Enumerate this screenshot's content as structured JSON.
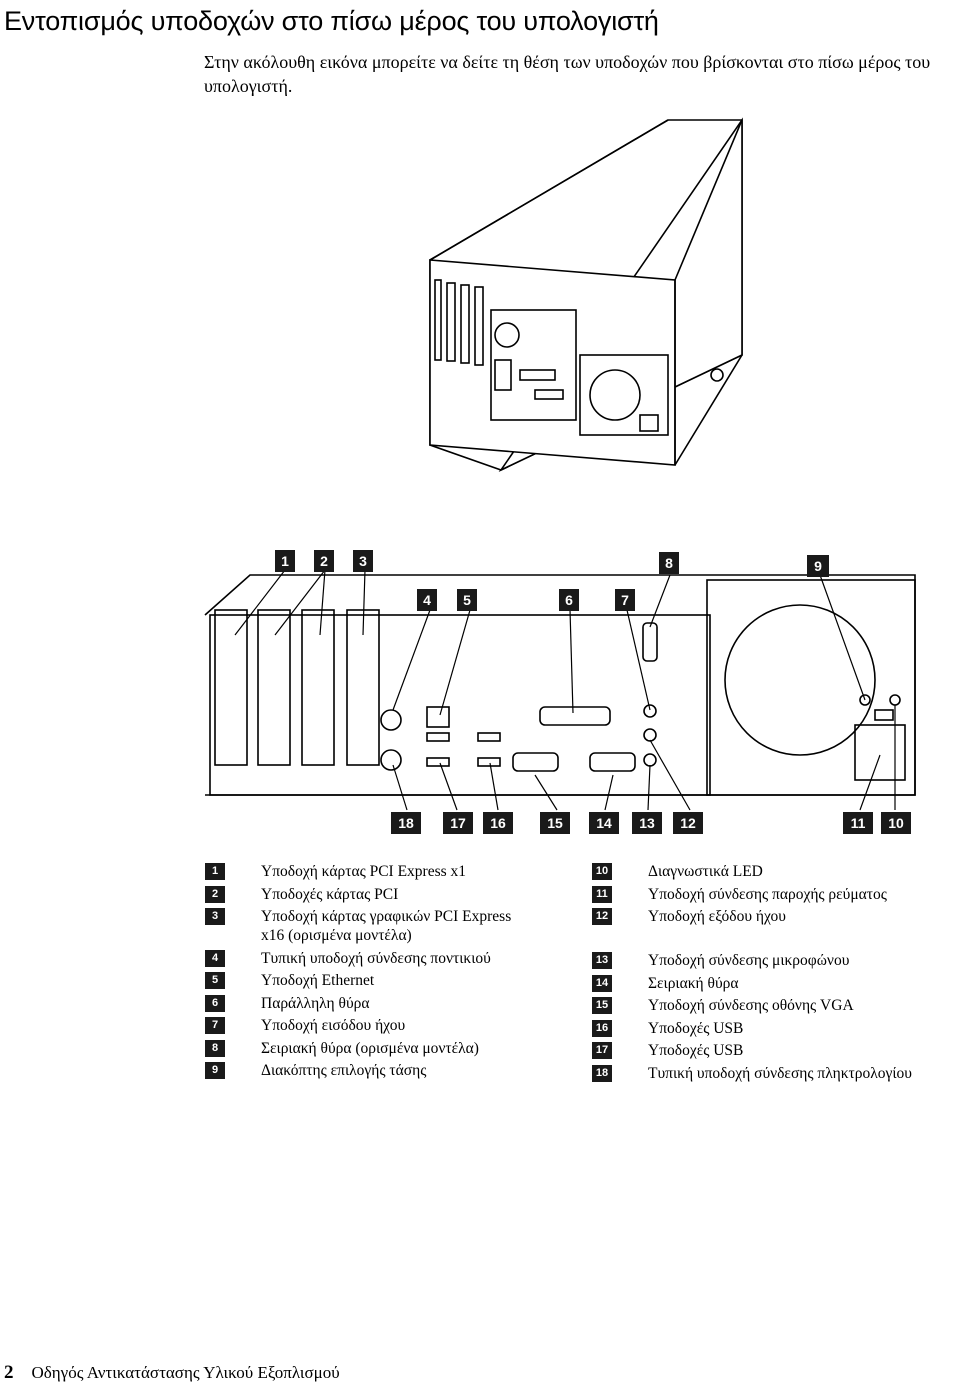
{
  "header": {
    "title": "Εντοπισμός υποδοχών στο πίσω μέρος του υπολογιστή",
    "intro": "Στην ακόλουθη εικόνα μπορείτε να δείτε τη θέση των υποδοχών που βρίσκονται στο πίσω μέρος του υπολογιστή."
  },
  "callouts": [
    "1",
    "2",
    "3",
    "4",
    "5",
    "6",
    "7",
    "8",
    "9",
    "10",
    "11",
    "12",
    "13",
    "14",
    "15",
    "16",
    "17",
    "18"
  ],
  "legend": {
    "left": [
      {
        "num": "1",
        "text": "Υποδοχή κάρτας PCI Express x1"
      },
      {
        "num": "2",
        "text": "Υποδοχές κάρτας PCI"
      },
      {
        "num": "3",
        "text": "Υποδοχή κάρτας γραφικών PCI Express x16 (ορισμένα μοντέλα)"
      },
      {
        "num": "4",
        "text": "Τυπική υποδοχή σύνδεσης ποντικιού"
      },
      {
        "num": "5",
        "text": "Υποδοχή Ethernet"
      },
      {
        "num": "6",
        "text": "Παράλληλη θύρα"
      },
      {
        "num": "7",
        "text": "Υποδοχή εισόδου ήχου"
      },
      {
        "num": "8",
        "text": "Σειριακή θύρα (ορισμένα μοντέλα)"
      },
      {
        "num": "9",
        "text": "Διακόπτης επιλογής τάσης"
      }
    ],
    "right": [
      {
        "num": "10",
        "text": "Διαγνωστικά LED"
      },
      {
        "num": "11",
        "text": "Υποδοχή σύνδεσης παροχής ρεύματος"
      },
      {
        "num": "12",
        "text": "Υποδοχή εξόδου ήχου"
      },
      {
        "num": "13",
        "text": "Υποδοχή σύνδεσης μικροφώνου"
      },
      {
        "num": "14",
        "text": "Σειριακή θύρα"
      },
      {
        "num": "15",
        "text": "Υποδοχή σύνδεσης οθόνης VGA"
      },
      {
        "num": "16",
        "text": "Υποδοχές USB"
      },
      {
        "num": "17",
        "text": "Υποδοχές USB"
      },
      {
        "num": "18",
        "text": "Τυπική υποδοχή σύνδεσης πληκτρολογίου"
      }
    ]
  },
  "footer": {
    "page_number": "2",
    "book_title": "Οδηγός Αντικατάστασης Υλικού Εξοπλισμού"
  }
}
